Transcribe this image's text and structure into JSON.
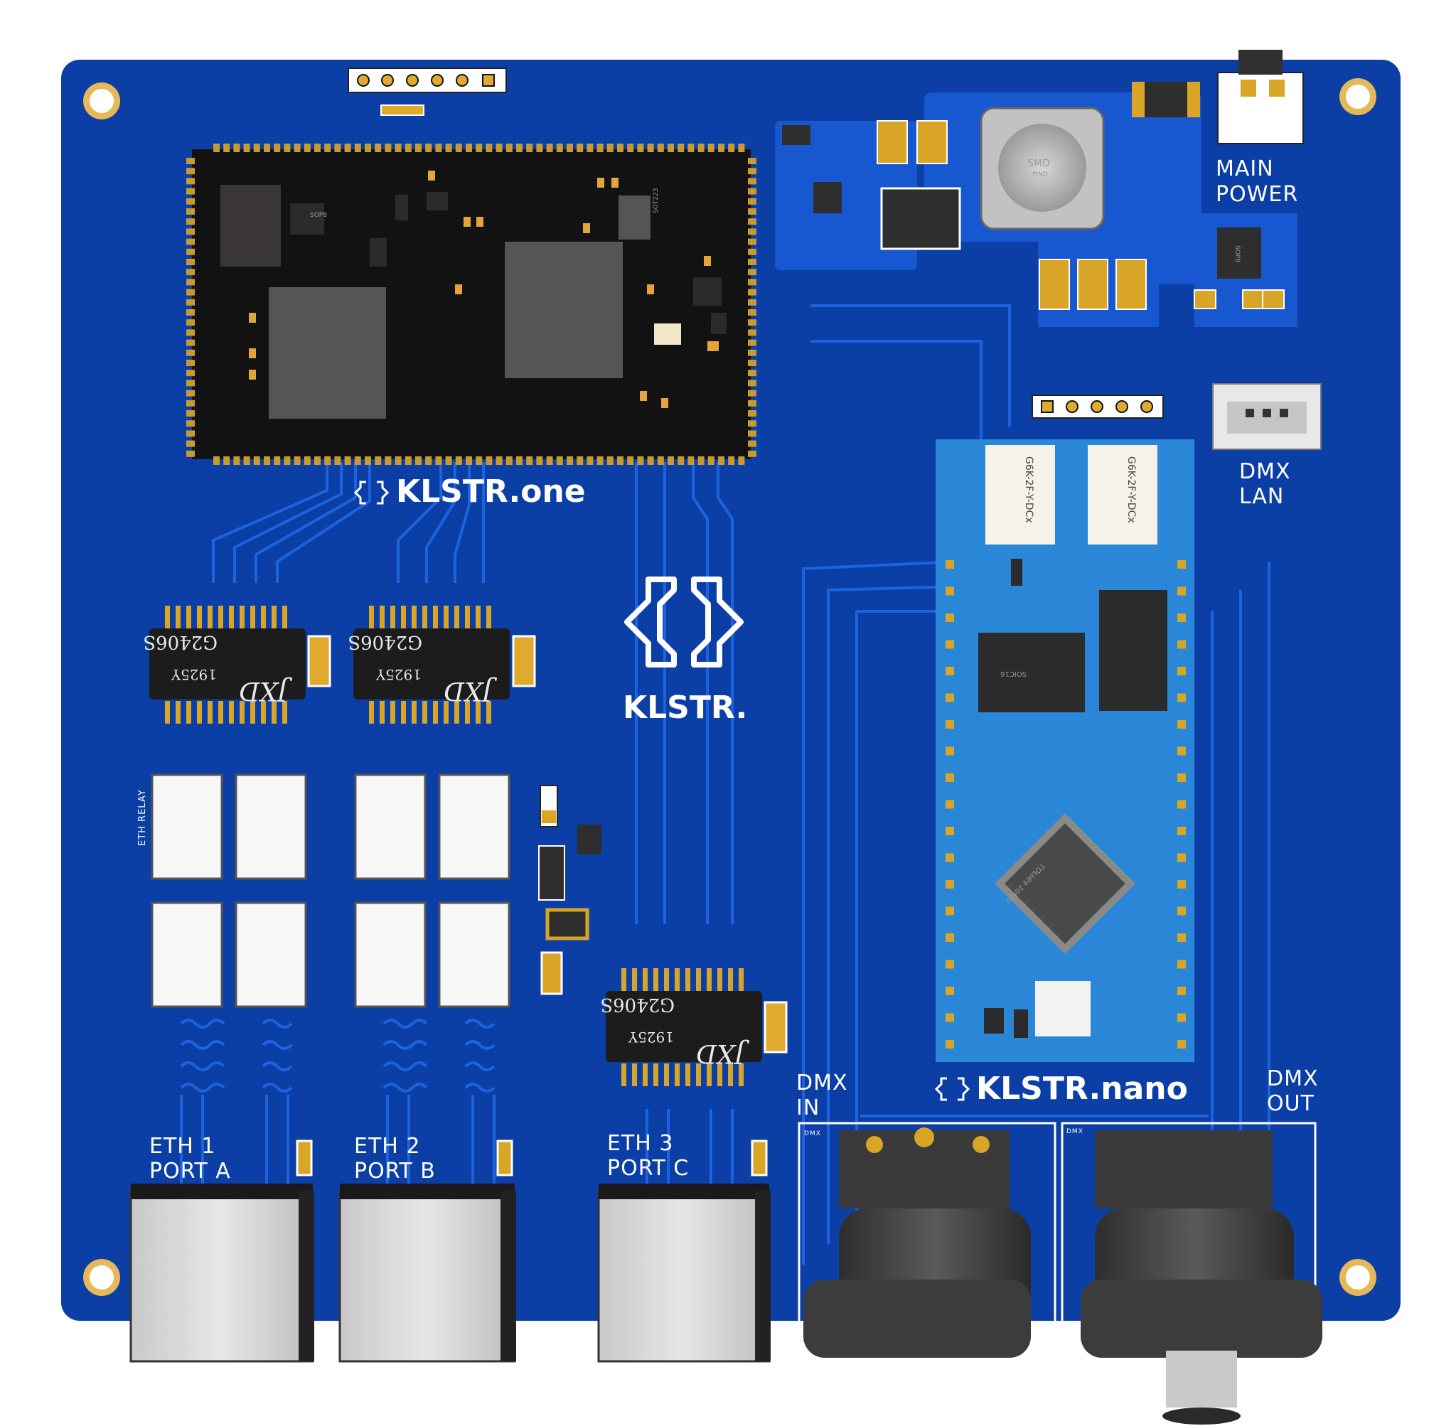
{
  "board": {
    "colors": {
      "pcb": "#0b3fa6",
      "trace": "#1d63e0",
      "copper_fill": "#1757cf",
      "silk": "#ffffff",
      "pad": "#d9a527",
      "module_black": "#101010",
      "module_blue": "#2a86d6"
    }
  },
  "labels": {
    "klstr_one": "KLSTR.one",
    "klstr_logo": "KLSTR.",
    "klstr_nano": "KLSTR.nano",
    "main_power_1": "MAIN",
    "main_power_2": "POWER",
    "dmx_lan_1": "DMX",
    "dmx_lan_2": "LAN",
    "dmx_in_1": "DMX",
    "dmx_in_2": "IN",
    "dmx_out_1": "DMX",
    "dmx_out_2": "OUT",
    "eth1_1": "ETH 1",
    "eth1_2": "PORT A",
    "eth2_1": "ETH 2",
    "eth2_2": "PORT B",
    "eth3_1": "ETH 3",
    "eth3_2": "PORT C",
    "eth_relay": "ETH RELAY",
    "dmx_small_in": "DMX",
    "dmx_small_out": "DMX"
  },
  "components": {
    "transformer_code": "G2406S",
    "transformer_date": "1925Y",
    "transformer_brand": "JXD",
    "inductor_1": "SMD",
    "inductor_2": "PIND",
    "relay_part": "G6K-2F-Y-DCx",
    "qfp_label": "LQFP64 10x10",
    "soic_label": "SOIC16",
    "sop8_a": "SOP8",
    "sop8_b": "SOP8",
    "sot223": "SOT223"
  }
}
